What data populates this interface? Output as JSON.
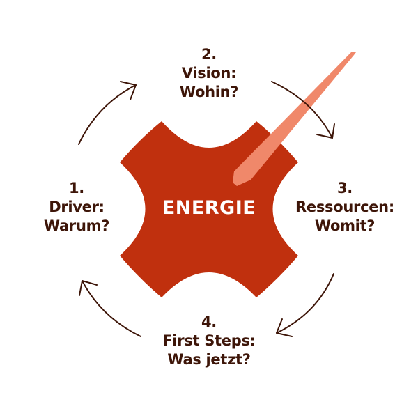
{
  "colors": {
    "shape": "#c0300e",
    "needle": "#f0886a",
    "text": "#3d1508",
    "arrow": "#3d1508",
    "center_text": "#ffffff"
  },
  "center": {
    "label": "ENERGIE"
  },
  "steps": [
    {
      "number": "1.",
      "title": "Driver:",
      "question": "Warum?"
    },
    {
      "number": "2.",
      "title": "Vision:",
      "question": "Wohin?"
    },
    {
      "number": "3.",
      "title": "Ressourcen:",
      "question": "Womit?"
    },
    {
      "number": "4.",
      "title": "First Steps:",
      "question": "Was jetzt?"
    }
  ],
  "arrows": [
    {
      "from": "1",
      "to": "2",
      "direction": "clockwise"
    },
    {
      "from": "2",
      "to": "3",
      "direction": "clockwise"
    },
    {
      "from": "3",
      "to": "4",
      "direction": "clockwise"
    },
    {
      "from": "4",
      "to": "1",
      "direction": "clockwise"
    }
  ]
}
